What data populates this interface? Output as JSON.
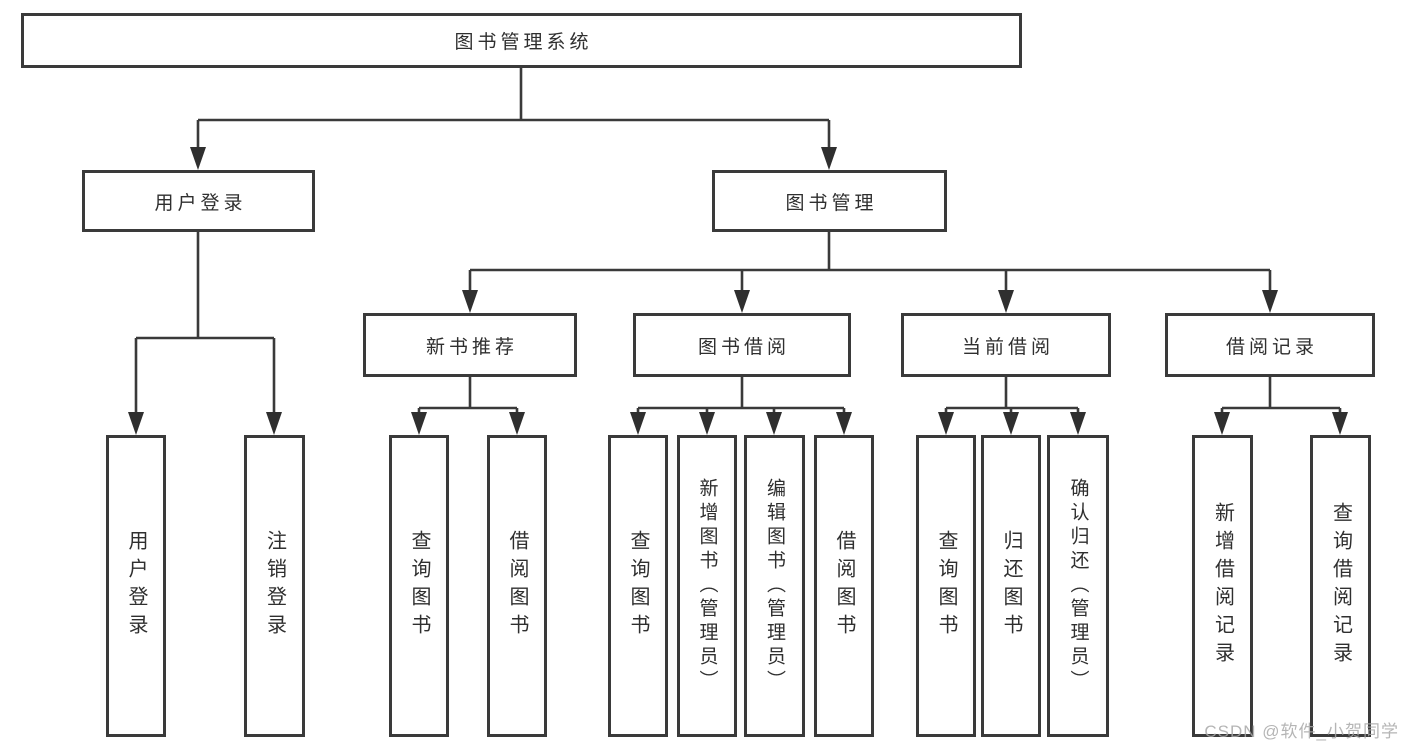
{
  "diagram": {
    "tree": {
      "label": "图书管理系统",
      "children": [
        {
          "label": "用户登录",
          "children": [
            {
              "label": "用户登录"
            },
            {
              "label": "注销登录"
            }
          ]
        },
        {
          "label": "图书管理",
          "children": [
            {
              "label": "新书推荐",
              "children": [
                {
                  "label": "查询图书"
                },
                {
                  "label": "借阅图书"
                }
              ]
            },
            {
              "label": "图书借阅",
              "children": [
                {
                  "label": "查询图书"
                },
                {
                  "label": "新增图书（管理员）"
                },
                {
                  "label": "编辑图书（管理员）"
                },
                {
                  "label": "借阅图书"
                }
              ]
            },
            {
              "label": "当前借阅",
              "children": [
                {
                  "label": "查询图书"
                },
                {
                  "label": "归还图书"
                },
                {
                  "label": "确认归还（管理员）"
                }
              ]
            },
            {
              "label": "借阅记录",
              "children": [
                {
                  "label": "新增借阅记录"
                },
                {
                  "label": "查询借阅记录"
                }
              ]
            }
          ]
        }
      ]
    },
    "colors": {
      "line": "#3a3a3a",
      "text": "#2f2f2f",
      "background": "#ffffff",
      "watermark": "#a8a8a8"
    }
  },
  "watermark": {
    "text": "CSDN @软件_小贺同学"
  }
}
